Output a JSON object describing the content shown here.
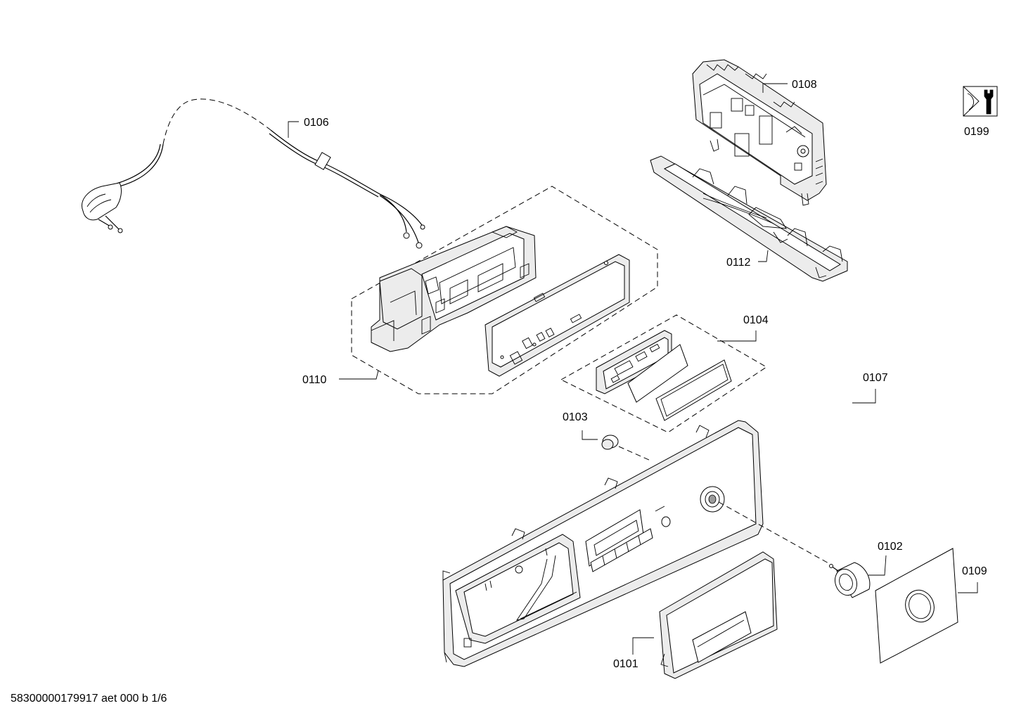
{
  "labels": {
    "p0101": "0101",
    "p0102": "0102",
    "p0103": "0103",
    "p0104": "0104",
    "p0106": "0106",
    "p0107": "0107",
    "p0108": "0108",
    "p0109": "0109",
    "p0110": "0110",
    "p0112": "0112",
    "p0199": "0199"
  },
  "footer": {
    "document_id": "58300000179917 aet 000 b 1/6"
  },
  "icons": {
    "service_kit": "wrench-icon"
  }
}
